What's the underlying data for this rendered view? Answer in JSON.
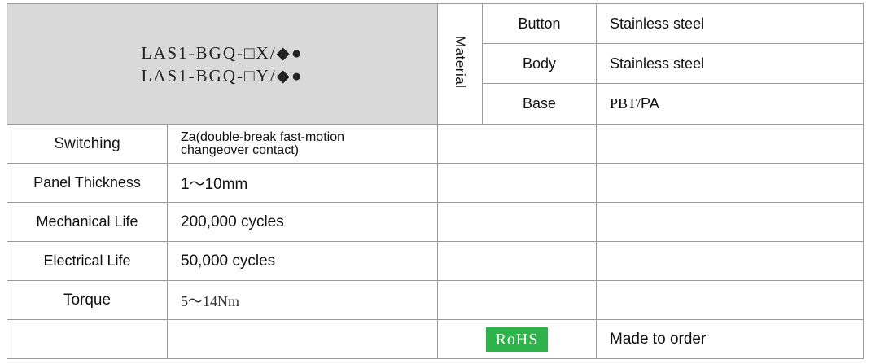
{
  "header": {
    "model_line_1": "LAS1-BGQ-□X/◆●",
    "model_line_2": "LAS1-BGQ-□Y/◆●"
  },
  "material": {
    "label": "Material",
    "rows": [
      {
        "part": "Button",
        "value": "Stainless steel"
      },
      {
        "part": "Body",
        "value": "Stainless steel"
      },
      {
        "part": "Base",
        "value_part1": "PBT/",
        "value_part2": "PA"
      }
    ]
  },
  "specs": {
    "switching": {
      "label": "Switching",
      "value": "Za(double-break fast-motion changeover contact)"
    },
    "panel_thickness": {
      "label": "Panel Thickness",
      "value": "1～10mm"
    },
    "mechanical_life": {
      "label": "Mechanical Life",
      "value": "200,000 cycles"
    },
    "electrical_life": {
      "label": "Electrical Life",
      "value": "50,000 cycles"
    },
    "torque": {
      "label": "Torque",
      "value": "5～14Nm"
    }
  },
  "footer": {
    "rohs": "RoHS",
    "order_note": "Made to order"
  },
  "colors": {
    "header_gray": "#d9d9d9",
    "rohs_green": "#2eb24a",
    "border": "#9a9a9a"
  }
}
